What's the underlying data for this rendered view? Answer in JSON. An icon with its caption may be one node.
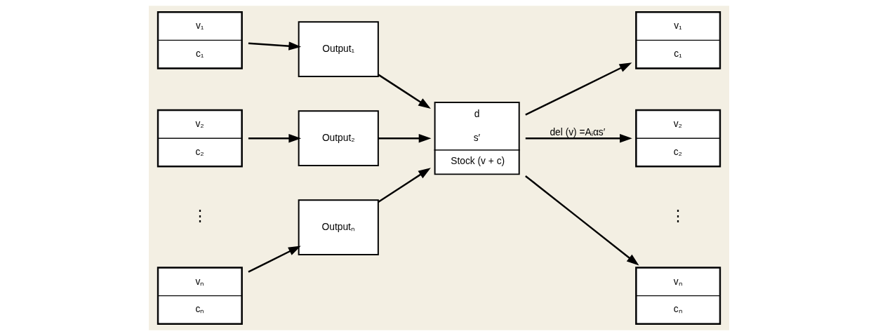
{
  "diagram": {
    "nodes": [
      {
        "text": [
          "v₁",
          "c₁"
        ]
      },
      {
        "text": [
          "v₂",
          "c₂"
        ]
      },
      {
        "text": [
          "vₙ",
          "cₙ"
        ]
      },
      {
        "text": [
          "Output₁"
        ]
      },
      {
        "text": [
          "Output₂"
        ]
      },
      {
        "text": [
          "Outputₙ"
        ]
      },
      {
        "text": [
          "d",
          "s′",
          "Stock (v + c)"
        ]
      },
      {
        "text": [
          "v₁",
          "c₁"
        ]
      },
      {
        "text": [
          "v₂",
          "c₂"
        ]
      },
      {
        "text": [
          "vₙ",
          "cₙ"
        ]
      }
    ],
    "edges": [
      {
        "from": 0,
        "to": 3,
        "arrow": "to"
      },
      {
        "from": 1,
        "to": 4,
        "arrow": "to"
      },
      {
        "from": 2,
        "to": 5,
        "arrow": "to"
      },
      {
        "from": 3,
        "to": 6,
        "arrow": "to"
      },
      {
        "from": 4,
        "to": 6,
        "arrow": "to"
      },
      {
        "from": 5,
        "to": 6,
        "arrow": "to"
      },
      {
        "from": 6,
        "to": 7,
        "arrow": "to"
      },
      {
        "from": 6,
        "to": 8,
        "arrow": "to",
        "label": "del (v) =Aᵢαs′"
      },
      {
        "from": 6,
        "to": 9,
        "arrow": "to"
      }
    ],
    "labels": [
      "⋮",
      "⋮"
    ]
  }
}
